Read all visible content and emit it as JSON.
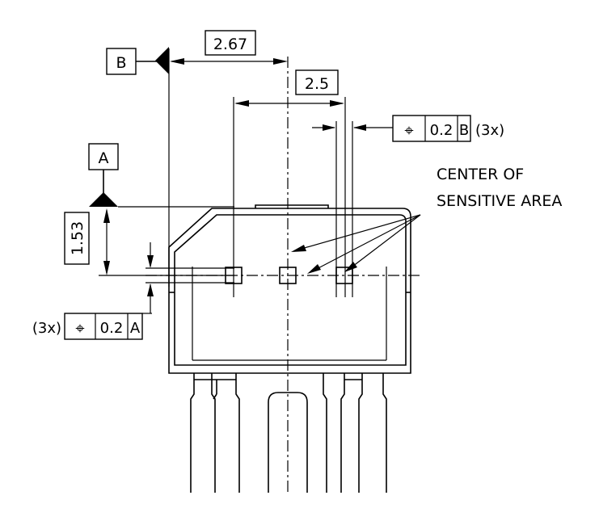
{
  "datums": {
    "b_label": "B",
    "a_label": "A"
  },
  "dimensions": {
    "top_width": "2.67",
    "pitch": "2.5",
    "height": "1.53"
  },
  "tolerance_b": {
    "symbol": "⌖",
    "value": "0.2",
    "datum": "B",
    "count": "(3x)"
  },
  "tolerance_a": {
    "count": "(3x)",
    "symbol": "⌖",
    "value": "0.2",
    "datum": "A"
  },
  "callout": {
    "line1": "CENTER OF",
    "line2": "SENSITIVE AREA"
  }
}
